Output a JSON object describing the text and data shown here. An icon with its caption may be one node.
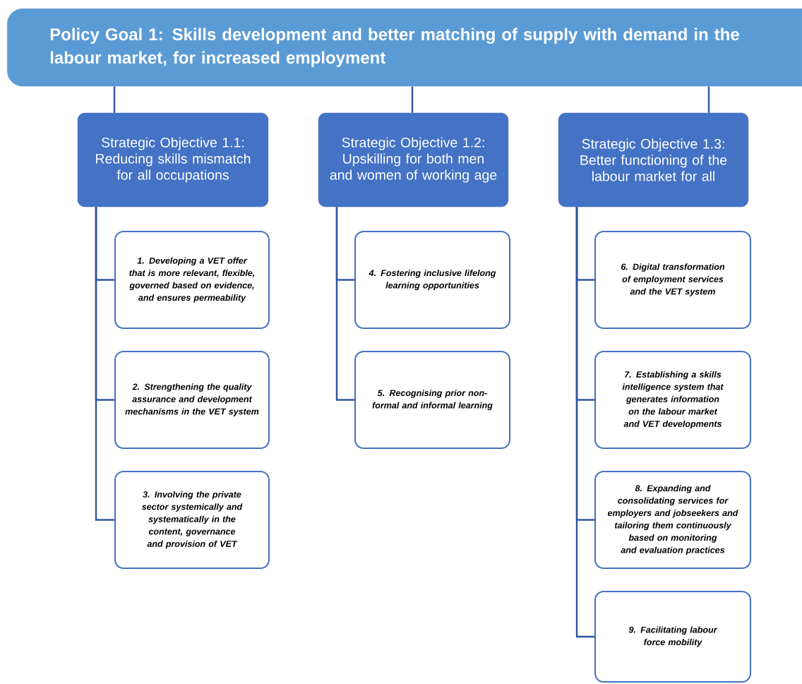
{
  "diagram": {
    "nodes": [
      {
        "text": [
          "Policy Goal 1: Skills development and better matching of supply with demand in the labour market, for increased employment"
        ]
      },
      {
        "text": [
          "Strategic Objective 1.1: Reducing skills mismatch for all occupations"
        ]
      },
      {
        "text": [
          "Strategic Objective 1.2: Upskilling for both men and women of working age"
        ]
      },
      {
        "text": [
          "Strategic Objective 1.3: Better functioning of the labour market for all"
        ]
      },
      {
        "text": [
          "1. Developing a VET offer that is more relevant, flexible, governed based on evidence, and ensures permeability"
        ]
      },
      {
        "text": [
          "2. Strengthening the quality assurance and development mechanisms in the VET system"
        ]
      },
      {
        "text": [
          "3. Involving the private sector systemically and systematically in the content, governance and provision of VET"
        ]
      },
      {
        "text": [
          "4. Fostering inclusive lifelong learning opportunities"
        ]
      },
      {
        "text": [
          "5. Recognising prior non-formal and informal learning"
        ]
      },
      {
        "text": [
          "6. Digital transformation of employment services and the VET system"
        ]
      },
      {
        "text": [
          "7. Establishing a skills intelligence system that generates information on the labour market and VET developments"
        ]
      },
      {
        "text": [
          "8. Expanding and consolidating services for employers and jobseekers and tailoring them continuously based on monitoring and evaluation practices"
        ]
      },
      {
        "text": [
          "9. Facilitating labour force mobility"
        ]
      }
    ],
    "edges": [
      {
        "from": 0,
        "to": 1,
        "arrow": "none"
      },
      {
        "from": 0,
        "to": 2,
        "arrow": "none"
      },
      {
        "from": 0,
        "to": 3,
        "arrow": "none"
      },
      {
        "from": 1,
        "to": 4,
        "arrow": "none"
      },
      {
        "from": 1,
        "to": 5,
        "arrow": "none"
      },
      {
        "from": 1,
        "to": 6,
        "arrow": "none"
      },
      {
        "from": 2,
        "to": 7,
        "arrow": "none"
      },
      {
        "from": 2,
        "to": 8,
        "arrow": "none"
      },
      {
        "from": 3,
        "to": 9,
        "arrow": "none"
      },
      {
        "from": 3,
        "to": 10,
        "arrow": "none"
      },
      {
        "from": 3,
        "to": 11,
        "arrow": "none"
      },
      {
        "from": 3,
        "to": 12,
        "arrow": "none"
      }
    ]
  }
}
